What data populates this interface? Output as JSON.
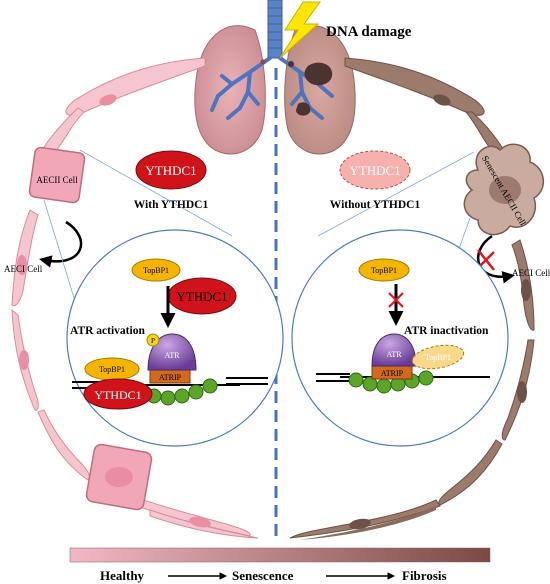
{
  "labels": {
    "dna_damage": "DNA damage",
    "ythdc1_left": "YTHDC1",
    "ythdc1_right": "YTHDC1",
    "with_ythdc1": "With YTHDC1",
    "without_ythdc1": "Without YTHDC1",
    "aecii_cell_left": "AECII Cell",
    "aeci_cell_left": "AECI Cell",
    "senescent_aecii_cell": "Senescent AECII Cell",
    "aeci_cell_right": "AECI Cell",
    "topbp1": "TopBP1",
    "atr": "ATR",
    "atrip": "ATRIP",
    "phospho": "P",
    "atr_activation": "ATR activation",
    "atr_inactivation": "ATR inactivation"
  },
  "bottom_bar": {
    "stages": [
      "Healthy",
      "Senescence",
      "Fibrosis"
    ],
    "gradient_start": "#f2b8c6",
    "gradient_end": "#7a4a42"
  },
  "colors": {
    "ythdc1_red": "#d0121b",
    "ythdc1_faded": "#f6b0ae",
    "topbp1_yellow": "#f4b400",
    "atr_purple": "#7b4fa8",
    "atrip_orange": "#d2691e",
    "nucleosome_green": "#5ca52b",
    "healthy_pink": "#f5c6cf",
    "fibrotic_brown": "#9c7a6c",
    "circle_blue": "#4a79c9",
    "inhibit_red": "#e3141e"
  }
}
